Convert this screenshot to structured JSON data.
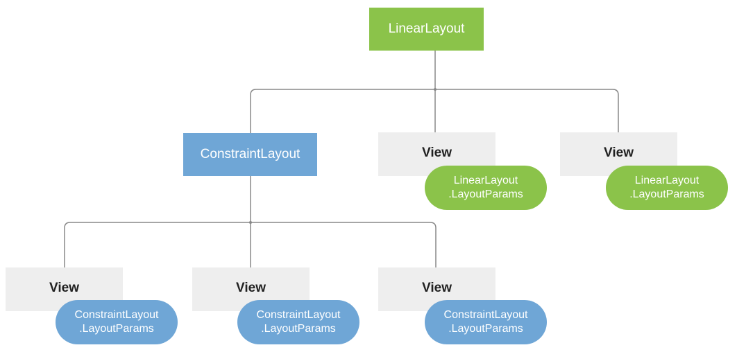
{
  "colors": {
    "green": "#8bc34a",
    "blue": "#6fa6d6",
    "view_gray": "#eeeeee",
    "line": "#888888"
  },
  "root": {
    "label": "LinearLayout"
  },
  "level1": {
    "constraint_layout": {
      "label": "ConstraintLayout"
    },
    "views": [
      {
        "label": "View",
        "params_line1": "LinearLayout",
        "params_line2": ".LayoutParams"
      },
      {
        "label": "View",
        "params_line1": "LinearLayout",
        "params_line2": ".LayoutParams"
      }
    ]
  },
  "level2": {
    "views": [
      {
        "label": "View",
        "params_line1": "ConstraintLayout",
        "params_line2": ".LayoutParams"
      },
      {
        "label": "View",
        "params_line1": "ConstraintLayout",
        "params_line2": ".LayoutParams"
      },
      {
        "label": "View",
        "params_line1": "ConstraintLayout",
        "params_line2": ".LayoutParams"
      }
    ]
  }
}
